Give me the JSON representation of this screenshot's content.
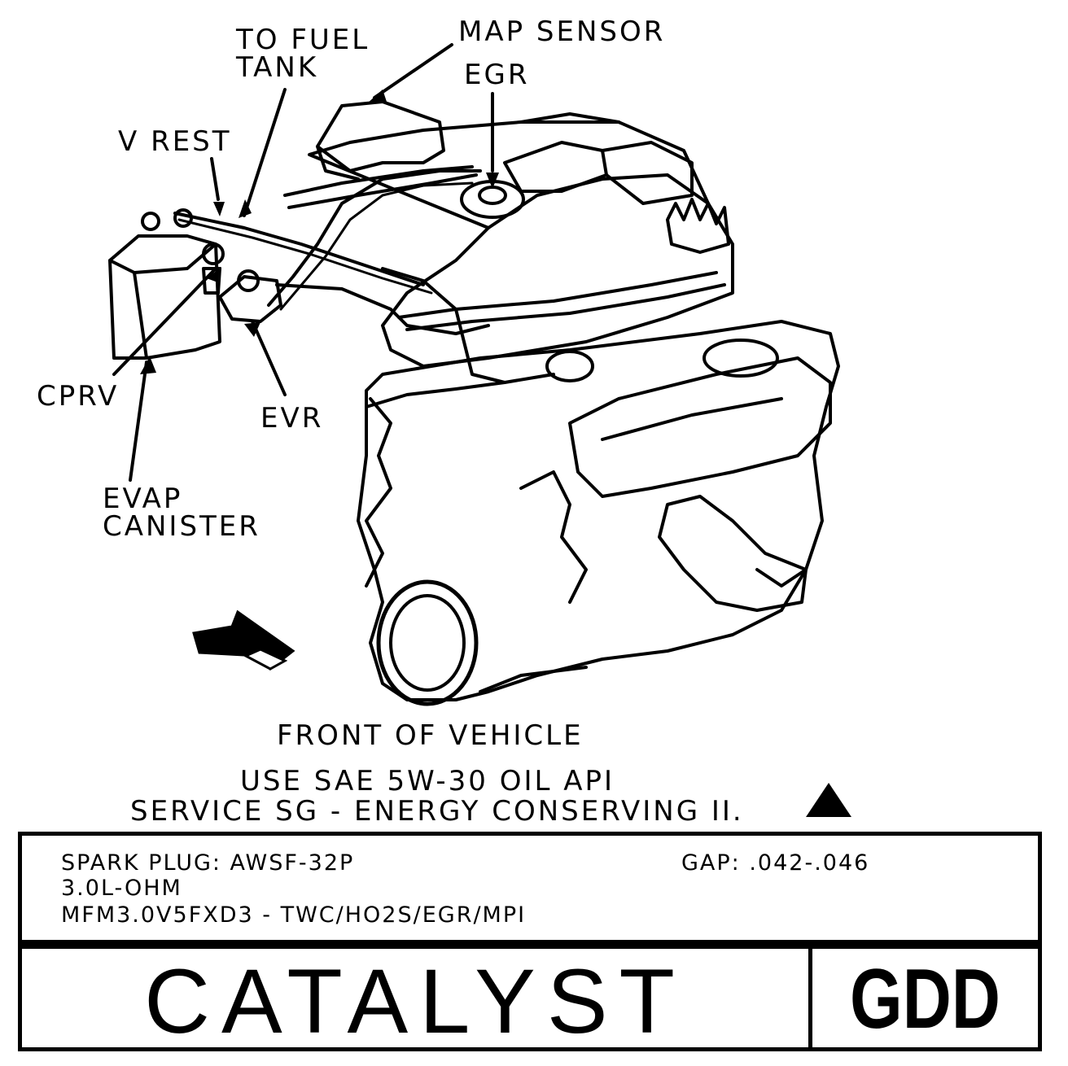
{
  "labels": {
    "to_fuel_tank": [
      "TO FUEL",
      "TANK"
    ],
    "map_sensor": "MAP SENSOR",
    "egr": "EGR",
    "v_rest": "V REST",
    "cprv": "CPRV",
    "evr": "EVR",
    "evap_canister": [
      "EVAP",
      "CANISTER"
    ],
    "front_of_vehicle": "FRONT OF VEHICLE"
  },
  "oil_note": [
    "USE SAE 5W-30 OIL API",
    "SERVICE SG - ENERGY CONSERVING II."
  ],
  "spec": {
    "spark_plug": "SPARK PLUG: AWSF-32P",
    "gap": "GAP: .042-.046",
    "engine": "3.0L-OHM",
    "family": "MFM3.0V5FXD3 - TWC/HO2S/EGR/MPI"
  },
  "catalyst": "CATALYST",
  "code": "GDD",
  "colors": {
    "ink": "#000000",
    "paper": "#ffffff"
  },
  "icons": {
    "front_arrow": "front-arrow-icon",
    "warning": "warning-triangle-icon"
  }
}
